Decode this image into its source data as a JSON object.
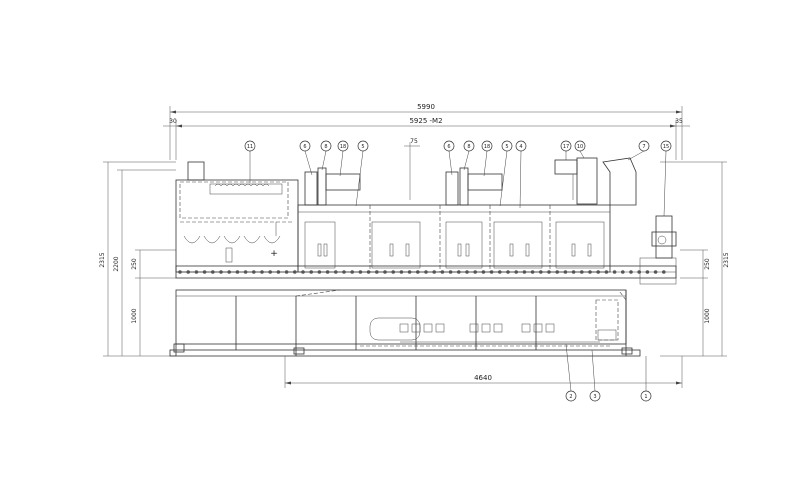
{
  "dimensions": {
    "overall_width": "5990",
    "inner_width": "5925 -M2",
    "left_offset": "30",
    "right_offset": "35",
    "top_small": "75",
    "base_length": "4640",
    "left_h1": "2315",
    "left_h2": "2200",
    "left_h3": "250",
    "left_h4": "1000",
    "right_h1": "2315",
    "right_h2": "250",
    "right_h3": "1000"
  },
  "callouts_top": [
    "11",
    "6",
    "8",
    "18",
    "5",
    "6",
    "8",
    "18",
    "5",
    "4",
    "17",
    "10",
    "7",
    "15"
  ],
  "callouts_bottom": [
    "2",
    "3",
    "1"
  ]
}
